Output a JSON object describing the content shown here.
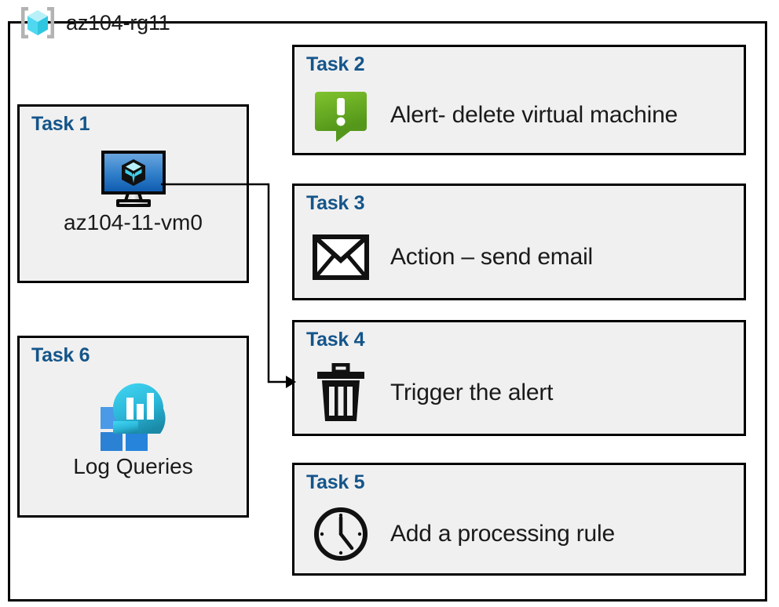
{
  "resource_group": {
    "name": "az104-rg11",
    "icon": "resource-group-cube-icon"
  },
  "colors": {
    "card_fill": "#f0f0f0",
    "card_border": "#000000",
    "task_label": "#14558a",
    "alert_green_light": "#7ac143",
    "alert_green_dark": "#5d9e1a",
    "vm_blue_light": "#5b9bd5",
    "vm_blue_dark": "#1565c0",
    "log_tile_light": "#4a9ae8",
    "log_tile_dark": "#2684db",
    "log_bubble_top": "#32c5e8",
    "log_bubble_bottom": "#1a8fa8",
    "rg_cube_light": "#9ce8f5",
    "rg_cube_mid": "#4fd8f0",
    "rg_cube_dark": "#2fc7e0",
    "rg_bracket": "#b3b3b3"
  },
  "cards": [
    {
      "id": "task1",
      "label": "Task 1",
      "text": "az104-11-vm0",
      "icon": "virtual-machine-icon",
      "layout": "vertical"
    },
    {
      "id": "task2",
      "label": "Task 2",
      "text": "Alert- delete virtual machine",
      "icon": "alert-speech-bubble-icon",
      "layout": "horizontal"
    },
    {
      "id": "task3",
      "label": "Task 3",
      "text": "Action – send email",
      "icon": "envelope-icon",
      "layout": "horizontal"
    },
    {
      "id": "task4",
      "label": "Task 4",
      "text": "Trigger the alert",
      "icon": "trash-can-icon",
      "layout": "horizontal"
    },
    {
      "id": "task5",
      "label": "Task 5",
      "text": "Add a processing rule",
      "icon": "clock-icon",
      "layout": "horizontal"
    },
    {
      "id": "task6",
      "label": "Task 6",
      "text": "Log Queries",
      "icon": "log-analytics-icon",
      "layout": "vertical"
    }
  ],
  "connector": {
    "name": "vm-to-task4-connector",
    "from": "task1",
    "to": "task4",
    "arrow": "arrow-head-right"
  }
}
